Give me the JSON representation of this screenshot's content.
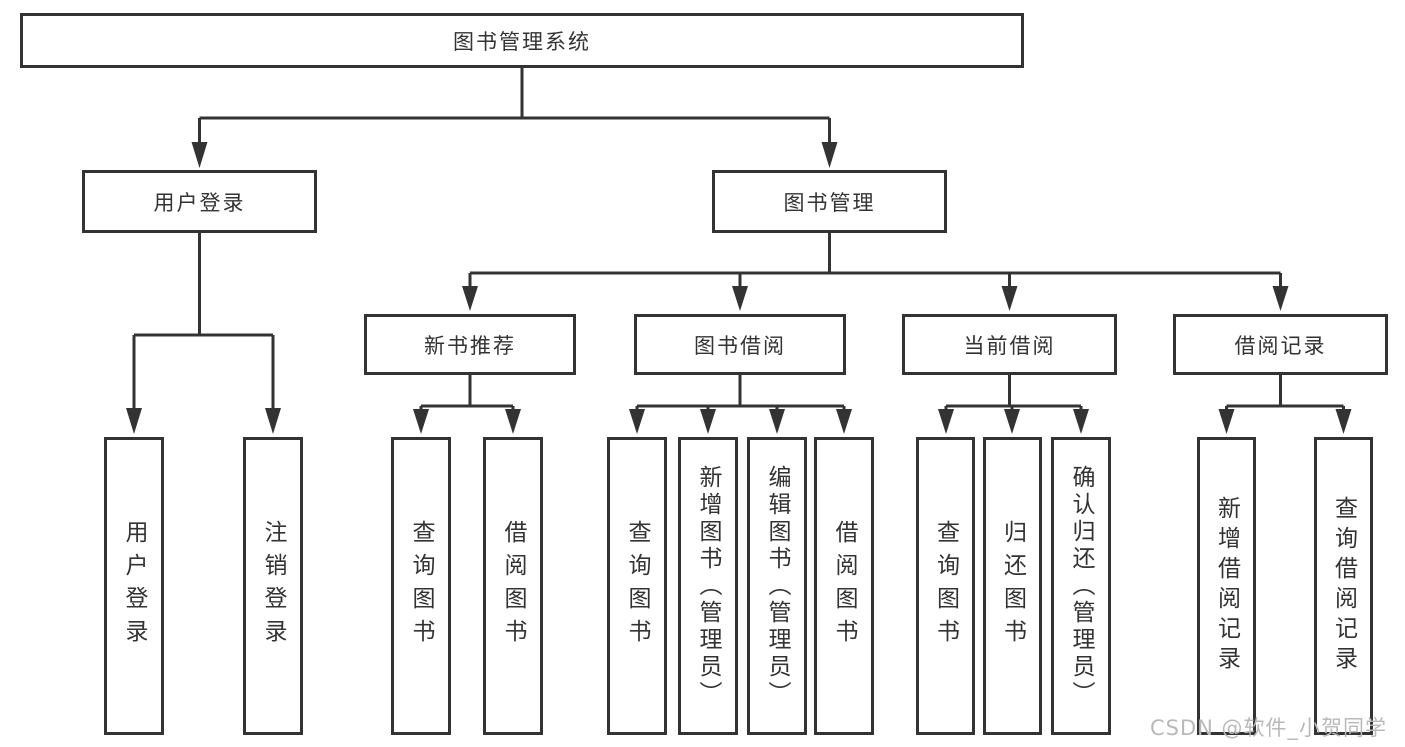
{
  "diagram": {
    "watermark": "CSDN @软件_小贺同学",
    "colors": {
      "line": "#333333",
      "text": "#333333",
      "background": "#ffffff",
      "watermark": "#b9b9b9"
    },
    "nodes": {
      "root": {
        "label": "图书管理系统"
      },
      "user_login": {
        "label": "用户登录"
      },
      "book_mgmt": {
        "label": "图书管理"
      },
      "new_books": {
        "label": "新书推荐"
      },
      "book_borrow": {
        "label": "图书借阅"
      },
      "current_borrow": {
        "label": "当前借阅"
      },
      "borrow_records": {
        "label": "借阅记录"
      },
      "leaf_user_login": {
        "label": "用户登录"
      },
      "leaf_logout": {
        "label": "注销登录"
      },
      "leaf_new_query": {
        "label": "查询图书"
      },
      "leaf_new_borrow": {
        "label": "借阅图书"
      },
      "leaf_bb_query": {
        "label": "查询图书"
      },
      "leaf_bb_add": {
        "label": "新增图书（管理员）"
      },
      "leaf_bb_edit": {
        "label": "编辑图书（管理员）"
      },
      "leaf_bb_borrow": {
        "label": "借阅图书"
      },
      "leaf_cb_query": {
        "label": "查询图书"
      },
      "leaf_cb_return": {
        "label": "归还图书"
      },
      "leaf_cb_confirm": {
        "label": "确认归还（管理员）"
      },
      "leaf_rec_add": {
        "label": "新增借阅记录"
      },
      "leaf_rec_query": {
        "label": "查询借阅记录"
      }
    }
  }
}
